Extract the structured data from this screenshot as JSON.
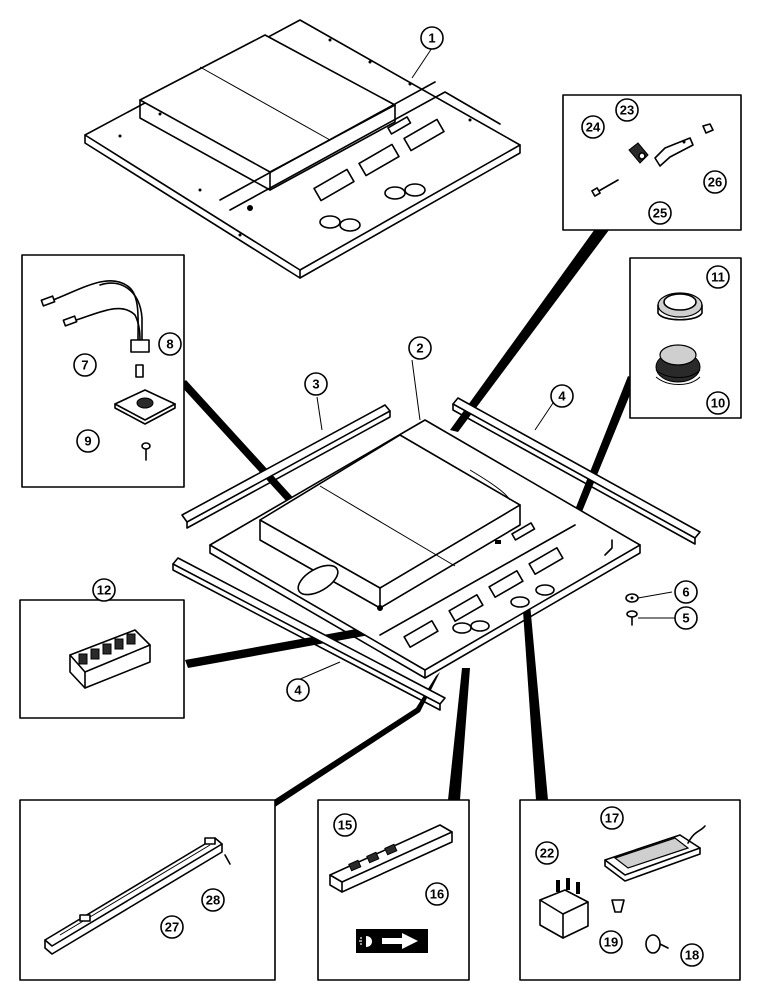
{
  "callouts": [
    {
      "id": "c1",
      "label": "1"
    },
    {
      "id": "c2",
      "label": "2"
    },
    {
      "id": "c3",
      "label": "3"
    },
    {
      "id": "c4a",
      "label": "4"
    },
    {
      "id": "c4b",
      "label": "4"
    },
    {
      "id": "c5",
      "label": "5"
    },
    {
      "id": "c6",
      "label": "6"
    },
    {
      "id": "c7",
      "label": "7"
    },
    {
      "id": "c8",
      "label": "8"
    },
    {
      "id": "c9",
      "label": "9"
    },
    {
      "id": "c10",
      "label": "10"
    },
    {
      "id": "c11",
      "label": "11"
    },
    {
      "id": "c12",
      "label": "12"
    },
    {
      "id": "c15",
      "label": "15"
    },
    {
      "id": "c16",
      "label": "16"
    },
    {
      "id": "c17",
      "label": "17"
    },
    {
      "id": "c18",
      "label": "18"
    },
    {
      "id": "c19",
      "label": "19"
    },
    {
      "id": "c22",
      "label": "22"
    },
    {
      "id": "c23",
      "label": "23"
    },
    {
      "id": "c24",
      "label": "24"
    },
    {
      "id": "c25",
      "label": "25"
    },
    {
      "id": "c26",
      "label": "26"
    },
    {
      "id": "c27",
      "label": "27"
    },
    {
      "id": "c28",
      "label": "28"
    }
  ]
}
